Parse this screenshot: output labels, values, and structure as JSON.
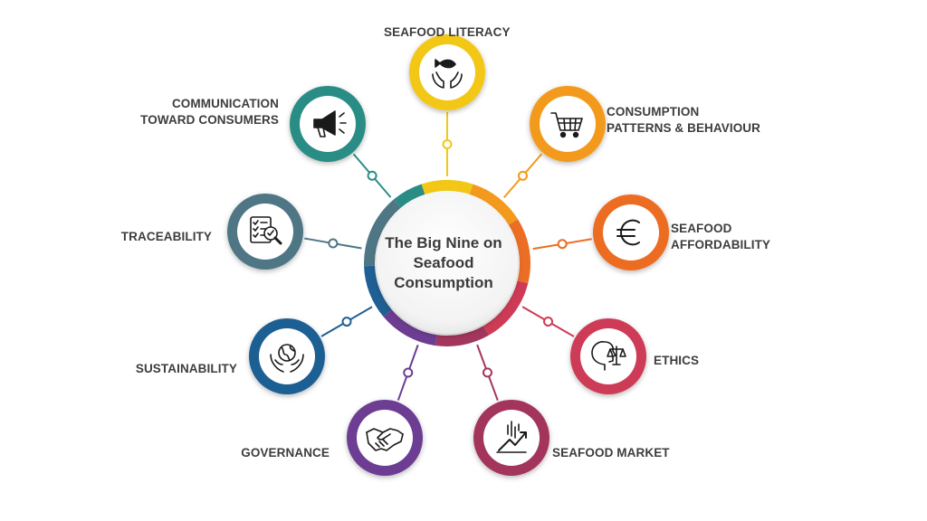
{
  "center": {
    "line1": "The Big Nine on",
    "line2": "Seafood",
    "line3": "Consumption"
  },
  "nodes": [
    {
      "id": "literacy",
      "label_lines": [
        "SEAFOOD LITERACY"
      ],
      "color": "#f2c716",
      "icon": "fish-in-hands-icon"
    },
    {
      "id": "consumption",
      "label_lines": [
        "CONSUMPTION",
        "PATTERNS & BEHAVIOUR"
      ],
      "color": "#f39a1c",
      "icon": "shopping-cart-icon"
    },
    {
      "id": "affordability",
      "label_lines": [
        "SEAFOOD",
        "AFFORDABILITY"
      ],
      "color": "#ec6d24",
      "icon": "euro-icon"
    },
    {
      "id": "ethics",
      "label_lines": [
        "ETHICS"
      ],
      "color": "#cd3b56",
      "icon": "head-with-scales-icon"
    },
    {
      "id": "market",
      "label_lines": [
        "SEAFOOD MARKET"
      ],
      "color": "#a3365d",
      "icon": "market-chart-icon"
    },
    {
      "id": "governance",
      "label_lines": [
        "GOVERNANCE"
      ],
      "color": "#6c3d92",
      "icon": "handshake-icon"
    },
    {
      "id": "sustainability",
      "label_lines": [
        "SUSTAINABILITY"
      ],
      "color": "#1f5f93",
      "icon": "globe-in-hands-icon"
    },
    {
      "id": "traceability",
      "label_lines": [
        "TRACEABILITY"
      ],
      "color": "#4f7684",
      "icon": "checklist-magnifier-icon"
    },
    {
      "id": "communication",
      "label_lines": [
        "COMMUNICATION",
        "TOWARD CONSUMERS"
      ],
      "color": "#2a8d85",
      "icon": "megaphone-icon"
    }
  ]
}
